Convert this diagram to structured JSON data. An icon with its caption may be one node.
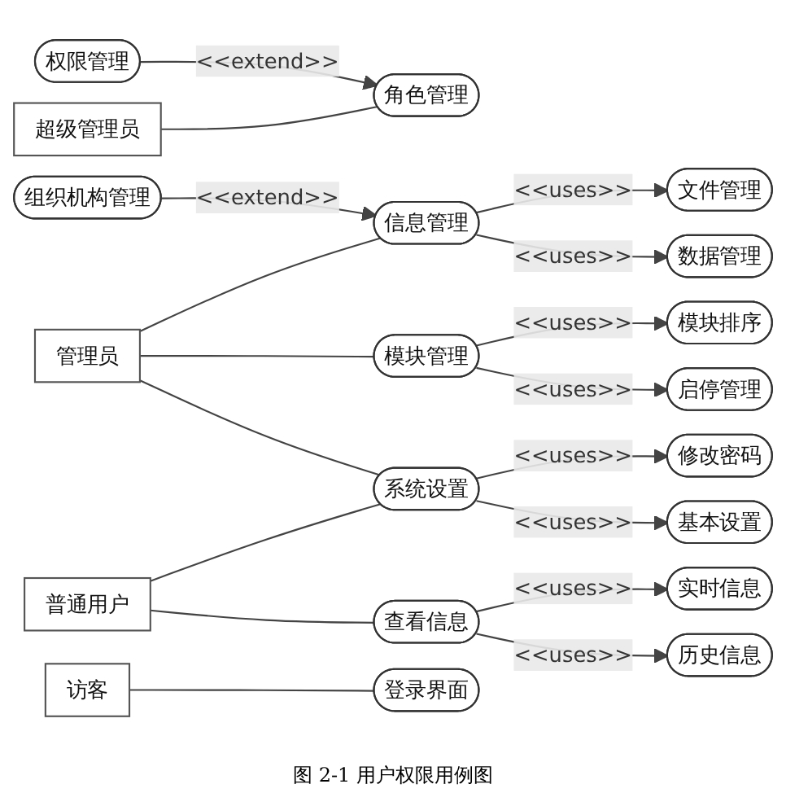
{
  "diagram": {
    "caption": "图 2-1 用户权限用例图",
    "nodes": [
      {
        "text": [
          "权限管理"
        ]
      },
      {
        "text": [
          "超级管理员"
        ]
      },
      {
        "text": [
          "角色管理"
        ]
      },
      {
        "text": [
          "组织机构管理"
        ]
      },
      {
        "text": [
          "管理员"
        ]
      },
      {
        "text": [
          "信息管理"
        ]
      },
      {
        "text": [
          "文件管理"
        ]
      },
      {
        "text": [
          "数据管理"
        ]
      },
      {
        "text": [
          "模块管理"
        ]
      },
      {
        "text": [
          "模块排序"
        ]
      },
      {
        "text": [
          "启停管理"
        ]
      },
      {
        "text": [
          "普通用户"
        ]
      },
      {
        "text": [
          "系统设置"
        ]
      },
      {
        "text": [
          "修改密码"
        ]
      },
      {
        "text": [
          "基本设置"
        ]
      },
      {
        "text": [
          "查看信息"
        ]
      },
      {
        "text": [
          "实时信息"
        ]
      },
      {
        "text": [
          "历史信息"
        ]
      },
      {
        "text": [
          "访客"
        ]
      },
      {
        "text": [
          "登录界面"
        ]
      }
    ],
    "edges": [
      {
        "from": 0,
        "to": 2,
        "arrow": "to",
        "label": "<<extend>>"
      },
      {
        "from": 1,
        "to": 2,
        "arrow": "none"
      },
      {
        "from": 3,
        "to": 5,
        "arrow": "to",
        "label": "<<extend>>"
      },
      {
        "from": 4,
        "to": 5,
        "arrow": "none"
      },
      {
        "from": 4,
        "to": 8,
        "arrow": "none"
      },
      {
        "from": 4,
        "to": 12,
        "arrow": "none"
      },
      {
        "from": 5,
        "to": 6,
        "arrow": "to",
        "label": "<<uses>>"
      },
      {
        "from": 5,
        "to": 7,
        "arrow": "to",
        "label": "<<uses>>"
      },
      {
        "from": 8,
        "to": 9,
        "arrow": "to",
        "label": "<<uses>>"
      },
      {
        "from": 8,
        "to": 10,
        "arrow": "to",
        "label": "<<uses>>"
      },
      {
        "from": 11,
        "to": 12,
        "arrow": "none"
      },
      {
        "from": 11,
        "to": 15,
        "arrow": "none"
      },
      {
        "from": 12,
        "to": 13,
        "arrow": "to",
        "label": "<<uses>>"
      },
      {
        "from": 12,
        "to": 14,
        "arrow": "to",
        "label": "<<uses>>"
      },
      {
        "from": 15,
        "to": 16,
        "arrow": "to",
        "label": "<<uses>>"
      },
      {
        "from": 15,
        "to": 17,
        "arrow": "to",
        "label": "<<uses>>"
      },
      {
        "from": 18,
        "to": 19,
        "arrow": "none"
      }
    ]
  }
}
